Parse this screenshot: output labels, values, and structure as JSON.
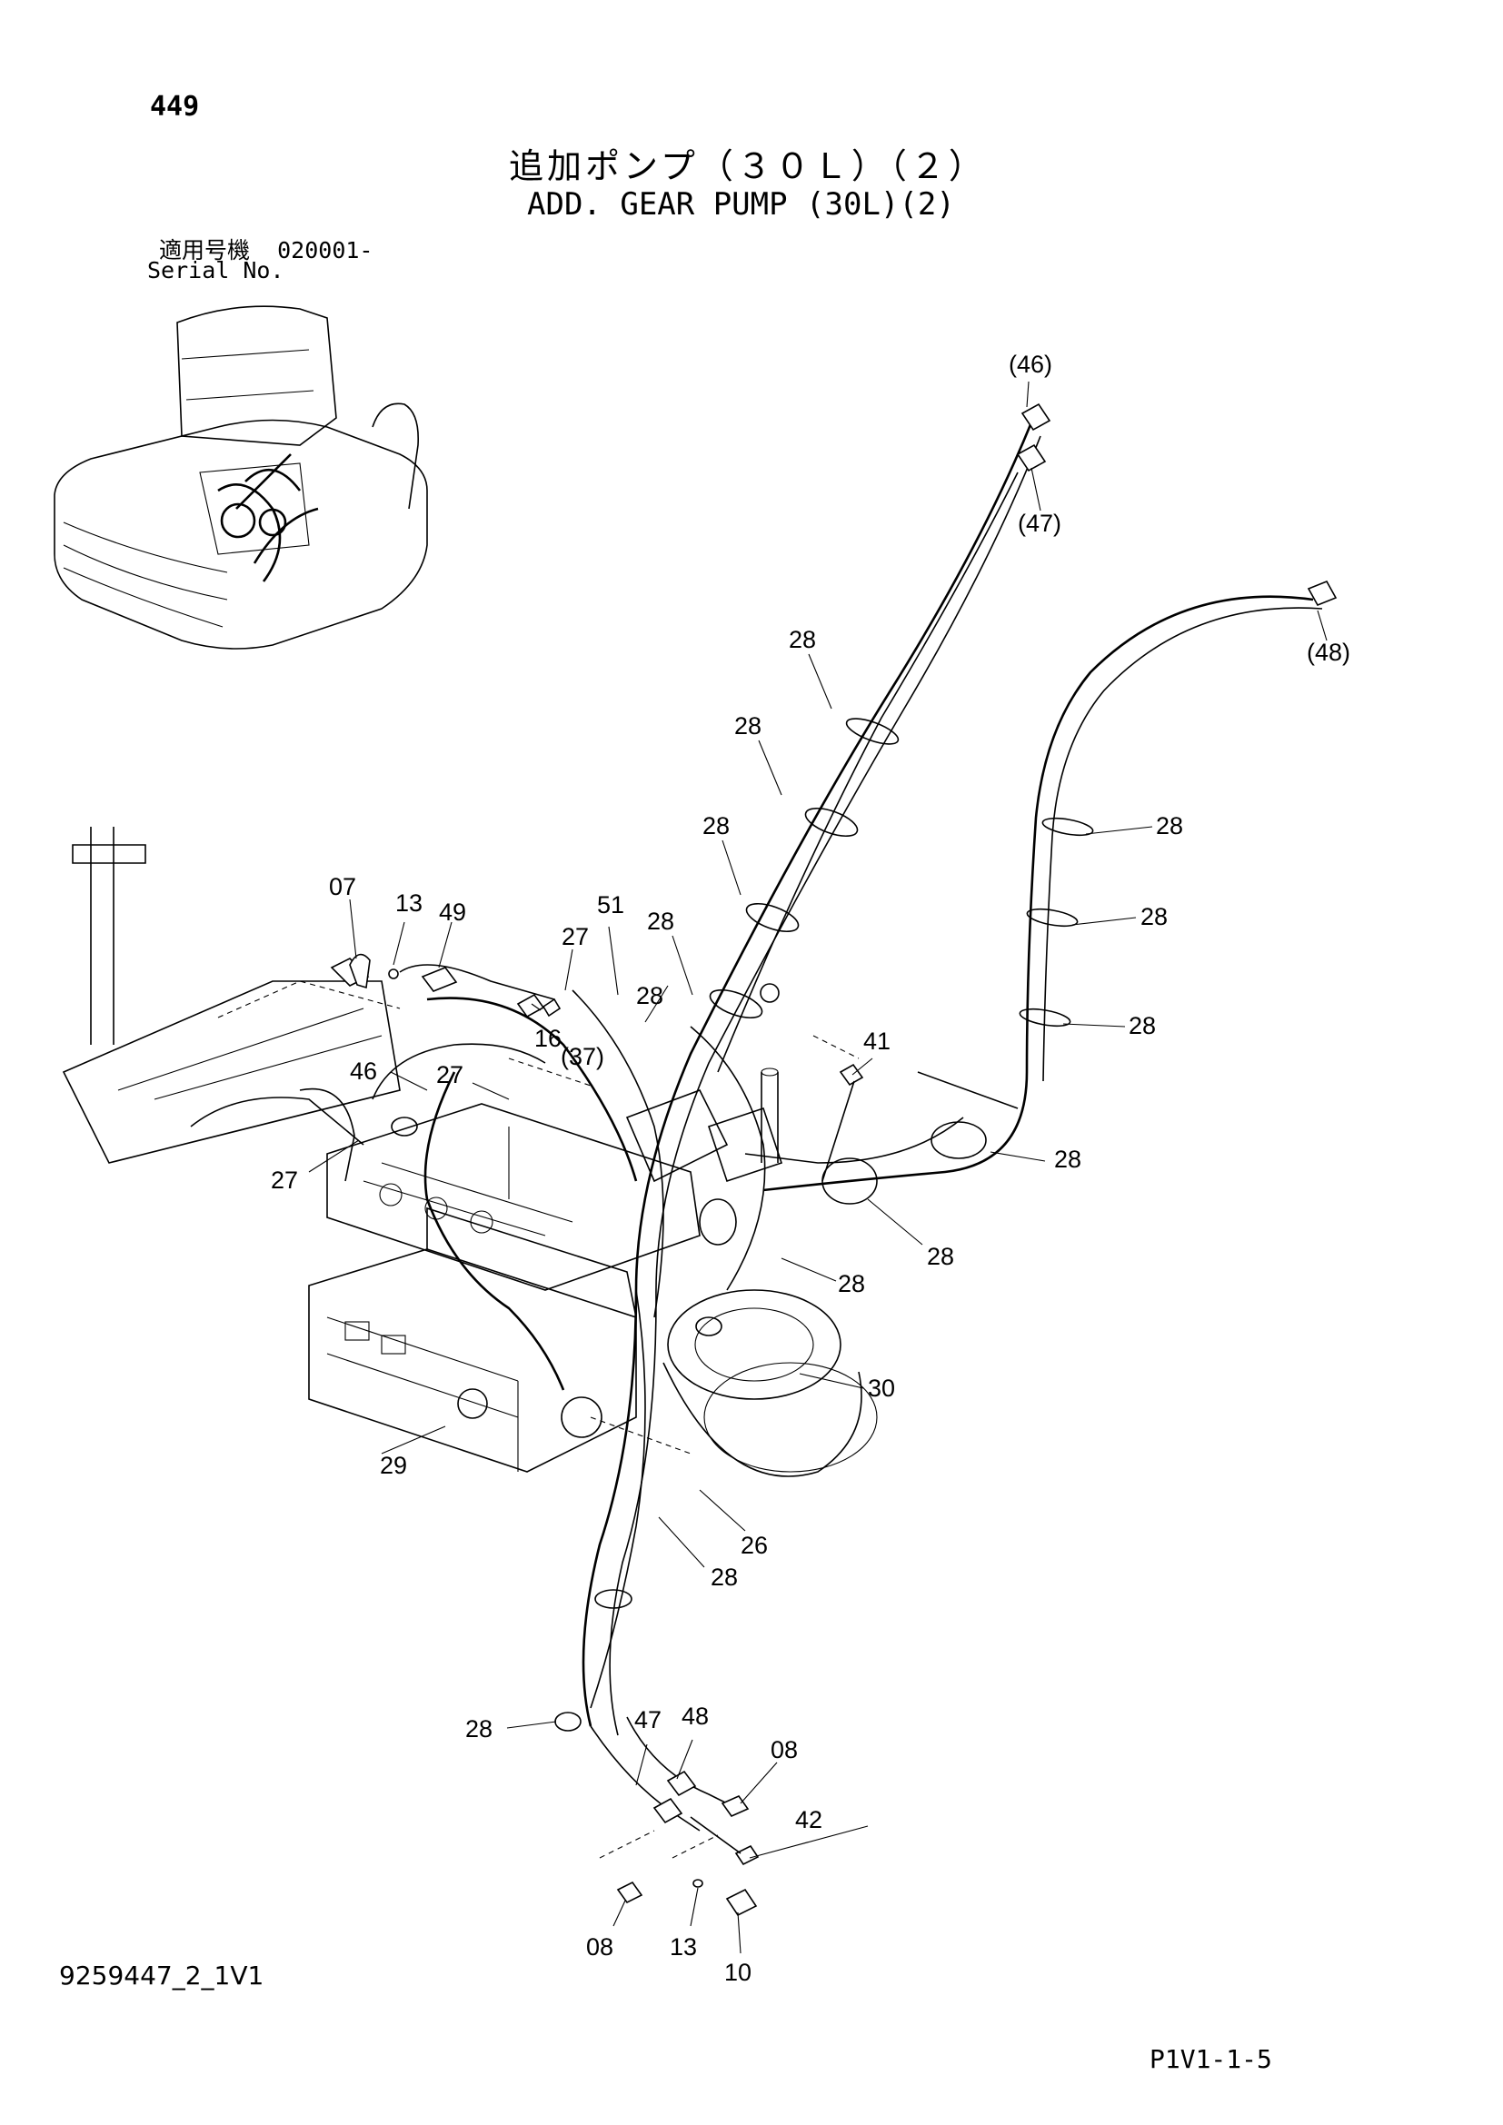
{
  "page_number": "449",
  "title_jp": "追加ポンプ（３０Ｌ）（２）",
  "title_en": "ADD. GEAR PUMP (30L)(2)",
  "serial_label_jp": "適用号機",
  "serial_value": "020001-",
  "serial_label_en": "Serial No.",
  "drawing_code": "9259447_2_1V1",
  "page_ref": "P1V1-1-5",
  "callouts": [
    {
      "id": "c46p",
      "text": "(46)"
    },
    {
      "id": "c47p",
      "text": "(47)"
    },
    {
      "id": "c48p",
      "text": "(48)"
    },
    {
      "id": "c28a",
      "text": "28"
    },
    {
      "id": "c28b",
      "text": "28"
    },
    {
      "id": "c28c",
      "text": "28"
    },
    {
      "id": "c28d",
      "text": "28"
    },
    {
      "id": "c28e",
      "text": "28"
    },
    {
      "id": "c28f",
      "text": "28"
    },
    {
      "id": "c28g",
      "text": "28"
    },
    {
      "id": "c28h",
      "text": "28"
    },
    {
      "id": "c28i",
      "text": "28"
    },
    {
      "id": "c28j",
      "text": "28"
    },
    {
      "id": "c28k",
      "text": "28"
    },
    {
      "id": "c28l",
      "text": "28"
    },
    {
      "id": "c28m",
      "text": "28"
    },
    {
      "id": "c07",
      "text": "07"
    },
    {
      "id": "c13a",
      "text": "13"
    },
    {
      "id": "c49",
      "text": "49"
    },
    {
      "id": "c51",
      "text": "51"
    },
    {
      "id": "c27a",
      "text": "27"
    },
    {
      "id": "c27b",
      "text": "27"
    },
    {
      "id": "c27c",
      "text": "27"
    },
    {
      "id": "c46",
      "text": "46"
    },
    {
      "id": "c16",
      "text": "16"
    },
    {
      "id": "c37",
      "text": "(37)"
    },
    {
      "id": "c41",
      "text": "41"
    },
    {
      "id": "c30",
      "text": "30"
    },
    {
      "id": "c29",
      "text": "29"
    },
    {
      "id": "c26",
      "text": "26"
    },
    {
      "id": "c47",
      "text": "47"
    },
    {
      "id": "c48",
      "text": "48"
    },
    {
      "id": "c08a",
      "text": "08"
    },
    {
      "id": "c42",
      "text": "42"
    },
    {
      "id": "c08b",
      "text": "08"
    },
    {
      "id": "c13b",
      "text": "13"
    },
    {
      "id": "c10",
      "text": "10"
    }
  ]
}
